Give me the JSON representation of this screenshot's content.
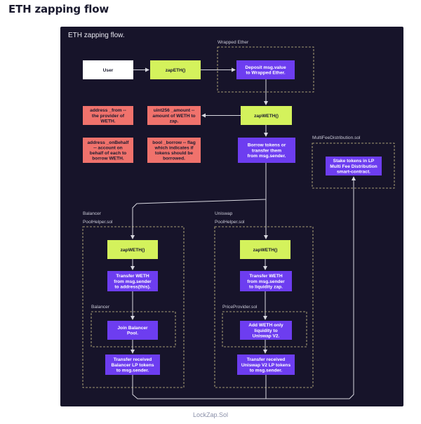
{
  "page": {
    "heading": "ETH zapping flow",
    "caption": "LockZap.Sol"
  },
  "diagram": {
    "title": "ETH zapping flow.",
    "regions": {
      "wrapped_ether": "Wrapped Ether",
      "multifee": "MultiFeeDistribution.sol",
      "balancer_helper": [
        "Balancer",
        "PoolHelper.sol"
      ],
      "uniswap_helper": [
        "Uniswap",
        "PoolHelper.sol"
      ],
      "balancer_inner": "Balancer",
      "price_provider": "PriceProvider.sol"
    },
    "nodes": {
      "user": [
        "User"
      ],
      "zap_eth": [
        "zapETH()"
      ],
      "deposit": [
        "Deposit msg.value",
        "to Wrapped Ether."
      ],
      "zap_weth_main": [
        "zapWETH()"
      ],
      "amount_param": [
        "uint256 _amount --",
        "amount of WETH to",
        "zap."
      ],
      "from_param": [
        "address _from --",
        "the provider of",
        "WETH."
      ],
      "onbehalf_param": [
        "address _onBehalf",
        "-- account on",
        "behalf of each to",
        "borrow WETH."
      ],
      "borrow_param": [
        "bool _borrow -- flag",
        "which indicates if",
        "tokens should be",
        "borrowed."
      ],
      "borrow_tokens": [
        "Borrow tokens or",
        "transfer them",
        "from msg.sender."
      ],
      "stake": [
        "Stake tokens in LP",
        "Multi Fee Distribution",
        "smart-contract."
      ],
      "bal_zap": [
        "zapWETH()"
      ],
      "bal_transfer": [
        "Transfer WETH",
        "from msg.sender",
        "to address(this)."
      ],
      "bal_join": [
        "Join Balancer",
        "Pool."
      ],
      "bal_lp": [
        "Transfer received",
        "Balancer LP tokens",
        "to msg.sender."
      ],
      "uni_zap": [
        "zapWETH()"
      ],
      "uni_transfer": [
        "Transfer WETH",
        "from msg.sender",
        "to liquidity zap."
      ],
      "uni_add": [
        "Add WETH only",
        "liquidity to",
        "Uniswap V2."
      ],
      "uni_lp": [
        "Transfer received",
        "Uniswap V2 LP tokens",
        "to msg.sender."
      ]
    },
    "colors": {
      "panel": "#17142a",
      "user": "#ffffff",
      "lime": "#d4f25c",
      "purple": "#6d3df0",
      "salmon": "#f0726c",
      "dashed": "#cfc58a",
      "connector": "#d8d8e0"
    }
  }
}
